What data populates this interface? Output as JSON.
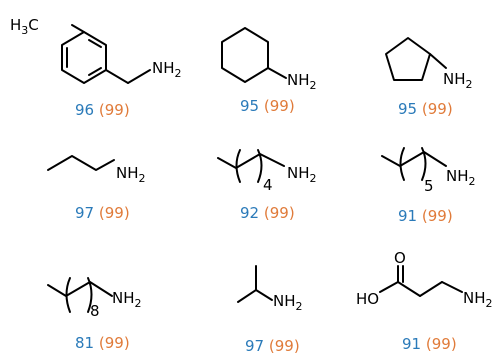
{
  "colors": {
    "first_value": "#2a7ab9",
    "second_value": "#e07b3a",
    "structure": "#000000"
  },
  "compounds": [
    {
      "atoms": [
        "H3C",
        "NH2"
      ],
      "value1": "96",
      "value2": "(99)"
    },
    {
      "atoms": [
        "NH2"
      ],
      "value1": "95",
      "value2": "(99)"
    },
    {
      "atoms": [
        "NH2"
      ],
      "value1": "95",
      "value2": "(99)"
    },
    {
      "atoms": [
        "NH2"
      ],
      "value1": "97",
      "value2": "(99)"
    },
    {
      "atoms": [
        "NH2"
      ],
      "repeat": "4",
      "value1": "92",
      "value2": "(99)"
    },
    {
      "atoms": [
        "NH2"
      ],
      "repeat": "5",
      "value1": "91",
      "value2": "(99)"
    },
    {
      "atoms": [
        "NH2"
      ],
      "repeat": "8",
      "value1": "81",
      "value2": "(99)"
    },
    {
      "atoms": [
        "NH2"
      ],
      "value1": "97",
      "value2": "(99)"
    },
    {
      "atoms": [
        "HO",
        "O",
        "NH2"
      ],
      "value1": "91",
      "value2": "(99)"
    }
  ]
}
